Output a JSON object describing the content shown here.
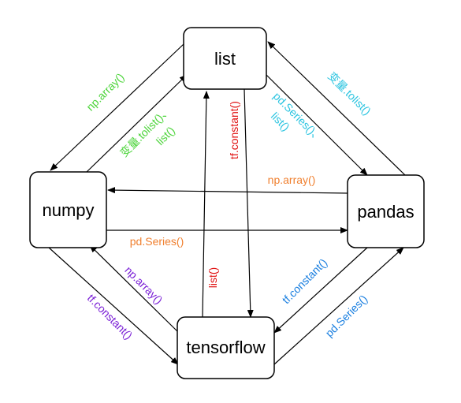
{
  "nodes": {
    "list": "list",
    "numpy": "numpy",
    "pandas": "pandas",
    "tensorflow": "tensorflow"
  },
  "edges": {
    "list_to_numpy": "np.array()",
    "numpy_to_list": [
      "变量.tolist()、",
      "list()"
    ],
    "list_to_pandas": [
      "pd.Series()、",
      "list()"
    ],
    "pandas_to_list": "变量.tolist()",
    "list_to_tensorflow": "tf.constant()",
    "tensorflow_to_list": "list()",
    "pandas_to_numpy": "np.array()",
    "numpy_to_pandas": "pd.Series()",
    "tensorflow_to_numpy": "np.array()",
    "numpy_to_tensorflow": "tf.constant()",
    "pandas_to_tensorflow": "tf.constant()",
    "tensorflow_to_pandas": "pd.Series()"
  },
  "colors": {
    "green": "#4cd43a",
    "cyan": "#2bc4e0",
    "red": "#e01010",
    "orange": "#f08030",
    "purple": "#7a1fd6",
    "blue": "#1a7fe0"
  }
}
